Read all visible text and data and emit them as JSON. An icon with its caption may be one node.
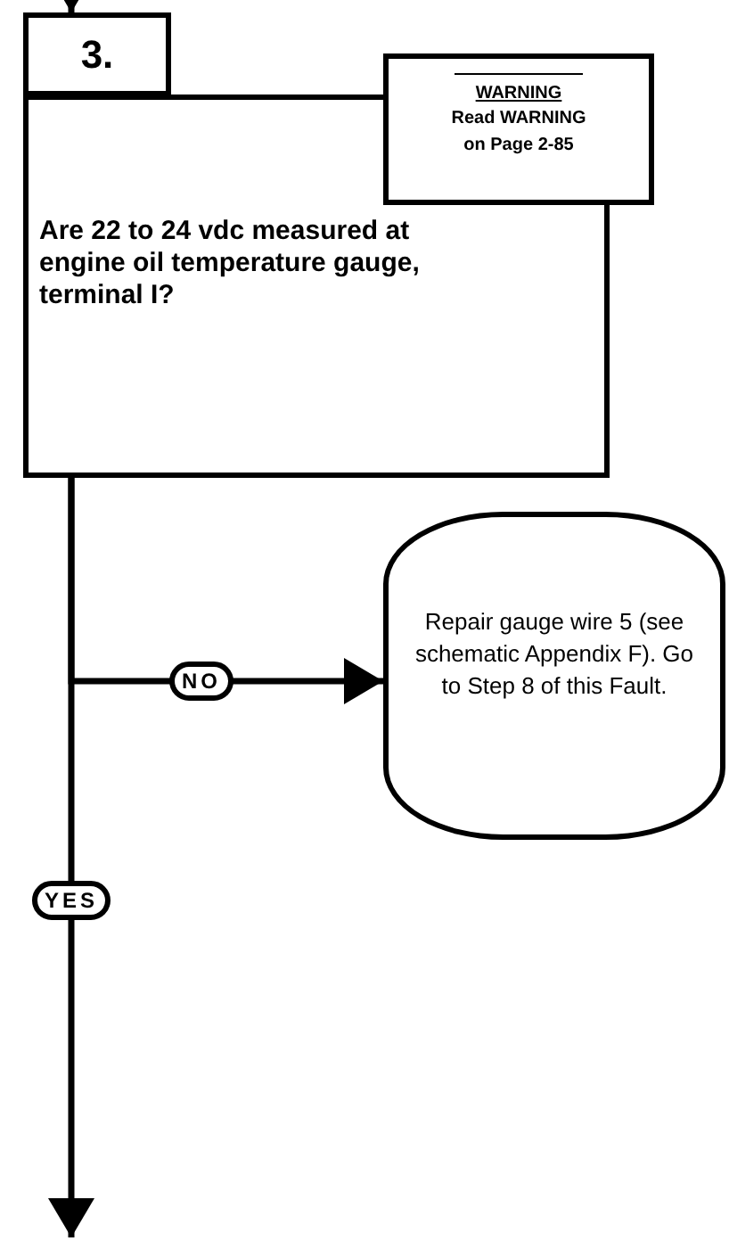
{
  "diagram": {
    "nodes": [
      {
        "text": [
          "3."
        ]
      },
      {
        "text": [
          "Are 22 to 24 vdc measured at engine oil temperature gauge, terminal I?"
        ]
      },
      {
        "text": [
          "WARNING",
          "Read WARNING on Page 2-85"
        ]
      },
      {
        "text": [
          "Repair gauge wire 5 (see schematic Appendix F).  Go to Step 8 of this Fault."
        ]
      }
    ],
    "edges": [
      {
        "from": null,
        "to": 0,
        "arrow": "to"
      },
      {
        "from": 1,
        "to": 3,
        "arrow": "to",
        "label": "NO"
      },
      {
        "from": 1,
        "to": null,
        "arrow": "to",
        "label": "YES"
      }
    ]
  }
}
